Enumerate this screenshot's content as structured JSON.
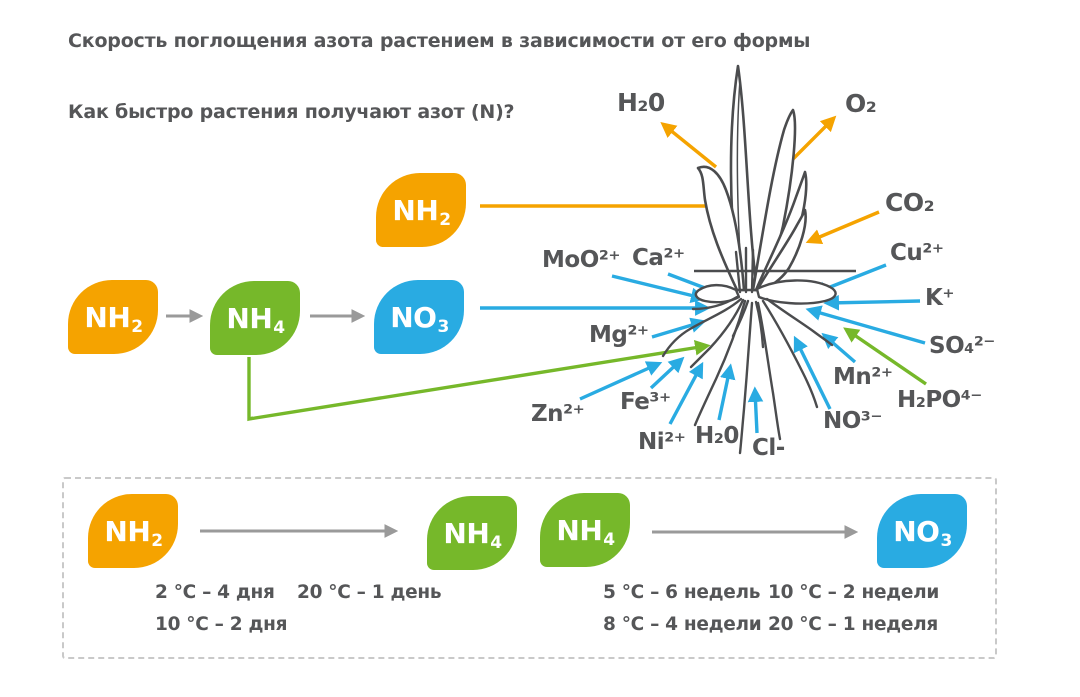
{
  "title": "Скорость поглощения азота растением в зависимости от его формы",
  "subtitle": "Как быстро растения получают азот (N)?",
  "colors": {
    "orange": "#F5A300",
    "green": "#76B82A",
    "blue": "#29ABE2",
    "gray": "#9A9A9A",
    "ink": "#4B4C4E",
    "text": "#555658",
    "dash": "#C9C9C9"
  },
  "badges": {
    "top_nh2": {
      "main": "NH",
      "sub": "2"
    },
    "mid_nh2": {
      "main": "NH",
      "sub": "2"
    },
    "mid_nh4": {
      "main": "NH",
      "sub": "4"
    },
    "mid_no3": {
      "main": "NO",
      "sub": "3"
    },
    "bottom_left_nh2": {
      "main": "NH",
      "sub": "2"
    },
    "bottom_left_nh4": {
      "main": "NH",
      "sub": "4"
    },
    "bottom_right_nh4": {
      "main": "NH",
      "sub": "4"
    },
    "bottom_right_no3": {
      "main": "NO",
      "sub": "3"
    }
  },
  "plant_labels": {
    "h2o_top": "H₂0",
    "o2": "O₂",
    "co2": "CO₂",
    "moo": "MoO²⁺",
    "ca": "Ca²⁺",
    "cu": "Cu²⁺",
    "k": "K⁺",
    "mg": "Mg²⁺",
    "so4": "SO₄²⁻",
    "mn": "Mn²⁺",
    "no3": "NO³⁻",
    "h2po4": "H₂PO⁴⁻",
    "zn": "Zn²⁺",
    "fe": "Fe³⁺",
    "ni": "Ni²⁺",
    "h2o_root": "H₂0",
    "cl": "Cl-"
  },
  "bottom_panel": {
    "left": {
      "timings": [
        "2 °C – 4 дня",
        "20 °C – 1 день",
        "10 °C – 2 дня"
      ]
    },
    "right": {
      "timings": [
        "5 °C – 6 недель",
        "10 °C – 2 недели",
        "8 °C – 4 недели",
        "20 °C – 1 неделя"
      ]
    }
  }
}
